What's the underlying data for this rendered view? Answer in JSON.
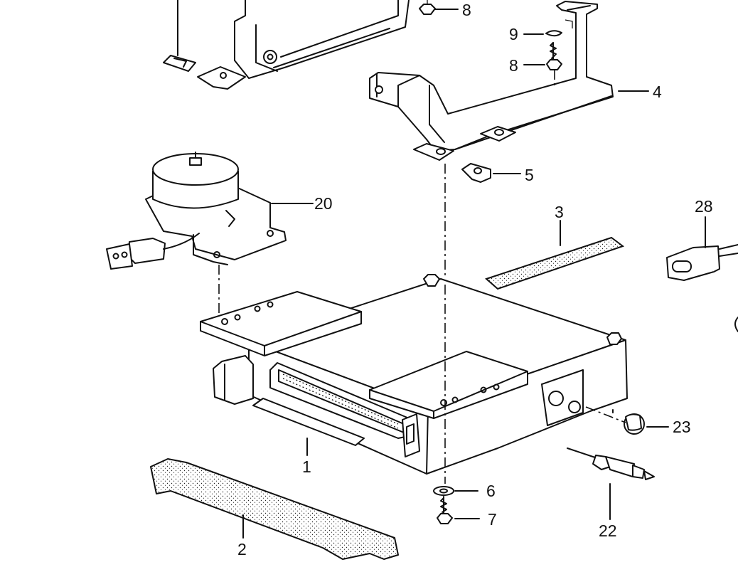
{
  "labels": {
    "p1": "1",
    "p2": "2",
    "p3": "3",
    "p4": "4",
    "p5": "5",
    "p6": "6",
    "p7": "7",
    "p8a": "8",
    "p8b": "8",
    "p9": "9",
    "p20": "20",
    "p22": "22",
    "p23": "23",
    "p28": "28"
  },
  "colors": {
    "ink": "#111111",
    "paper": "#ffffff"
  }
}
